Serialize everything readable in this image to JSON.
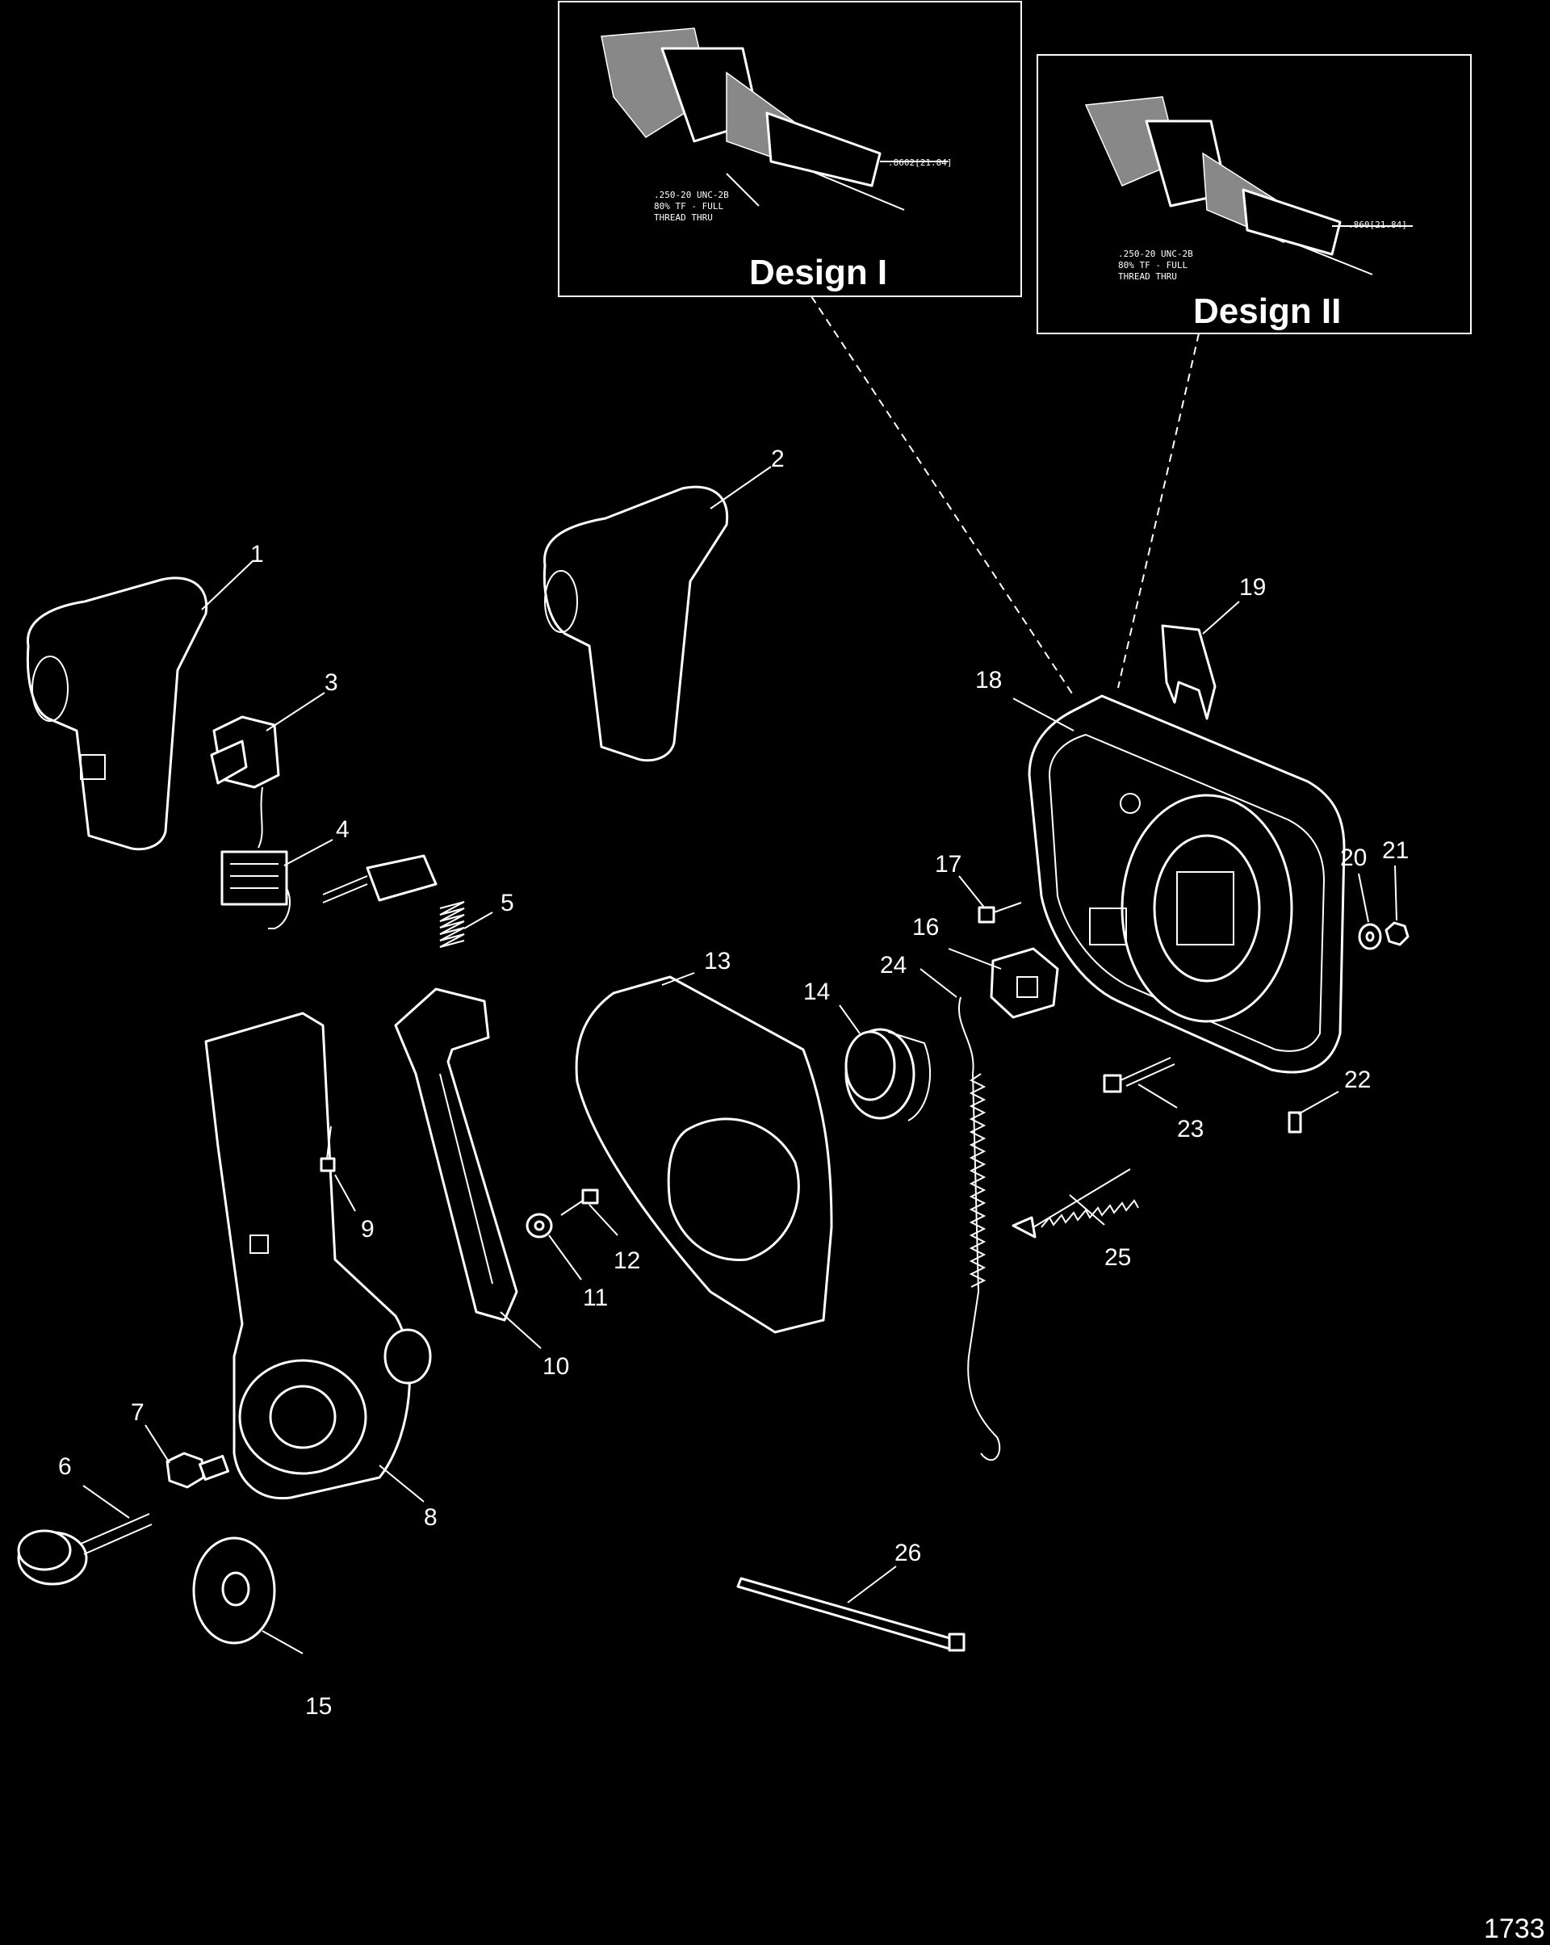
{
  "insets": [
    {
      "title": "Design I",
      "dimension": ".8602[21.84]",
      "note_lines": [
        ".250-20 UNC-2B",
        "80% TF - FULL",
        "THREAD THRU"
      ]
    },
    {
      "title": "Design II",
      "dimension": ".860[21.84]",
      "note_lines": [
        ".250-20 UNC-2B",
        "80% TF - FULL",
        "THREAD THRU"
      ]
    }
  ],
  "callouts": [
    "1",
    "2",
    "3",
    "4",
    "5",
    "6",
    "7",
    "8",
    "9",
    "10",
    "11",
    "12",
    "13",
    "14",
    "15",
    "16",
    "17",
    "18",
    "19",
    "20",
    "21",
    "22",
    "23",
    "24",
    "25",
    "26"
  ],
  "figure_id": "1733"
}
